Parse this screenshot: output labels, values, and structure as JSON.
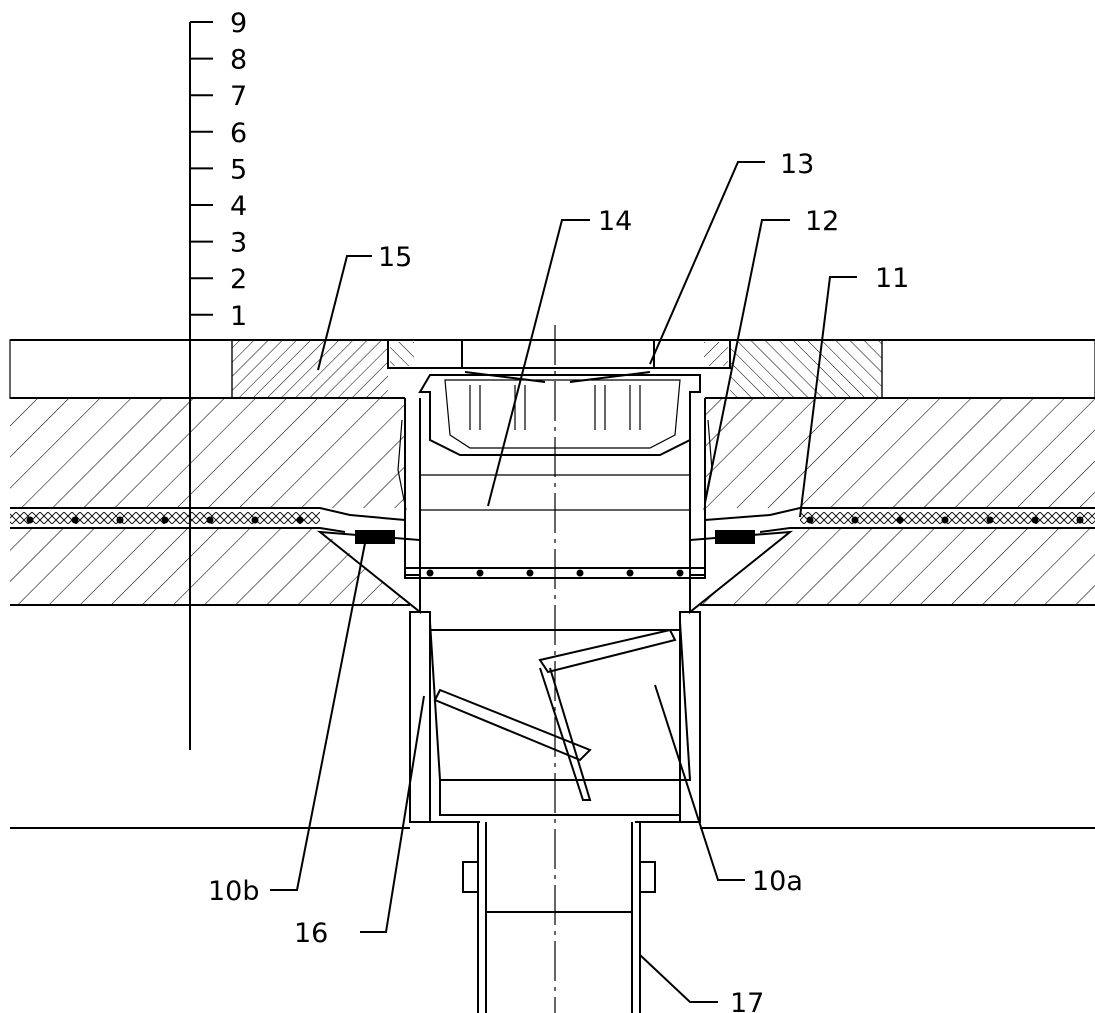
{
  "scale_labels": [
    "9",
    "8",
    "7",
    "6",
    "5",
    "4",
    "3",
    "2",
    "1"
  ],
  "callouts": {
    "c15": "15",
    "c14": "14",
    "c13": "13",
    "c12": "12",
    "c11": "11",
    "c10a": "10a",
    "c10b": "10b",
    "c16": "16",
    "c17": "17"
  }
}
